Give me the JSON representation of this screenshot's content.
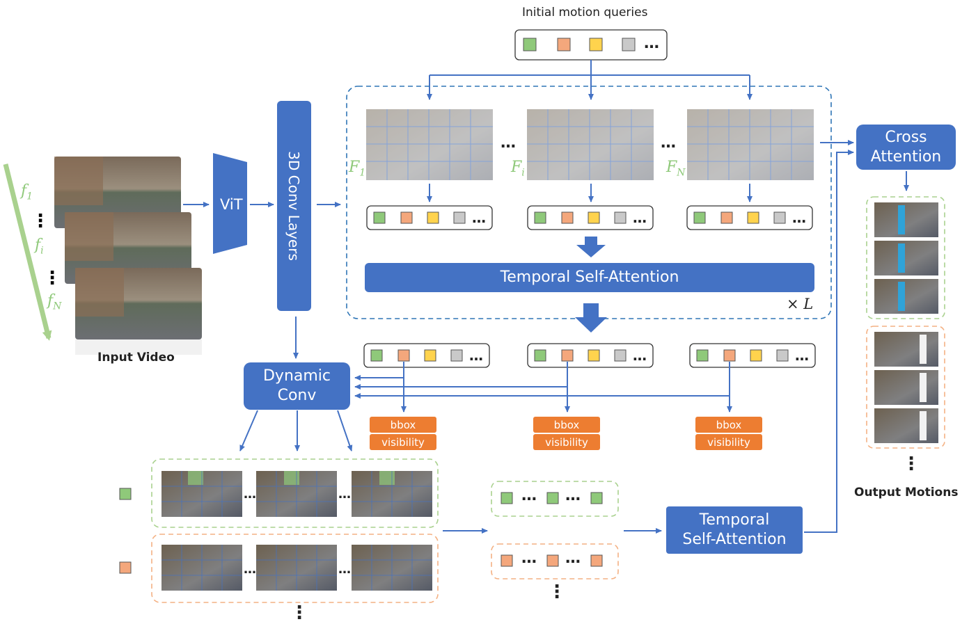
{
  "labels": {
    "initial_queries": "Initial motion queries",
    "input_video": "Input Video",
    "output_motions": "Output Motions",
    "repeat": "× L",
    "vit": "ViT",
    "conv3d": "3D  Conv  Layers",
    "temporal_sa_top": "Temporal Self-Attention",
    "dynamic_conv": "Dynamic\nConv",
    "cross_attention": "Cross\nAttention",
    "temporal_sa_bottom": "Temporal\nSelf-Attention",
    "bbox": "bbox",
    "visibility": "visibility",
    "ellipsis": "…"
  },
  "frame_labels": {
    "input": [
      {
        "base": "f",
        "sub": "1"
      },
      {
        "base": "f",
        "sub": "i"
      },
      {
        "base": "f",
        "sub": "N"
      }
    ],
    "feature": [
      {
        "base": "F",
        "sub": "1"
      },
      {
        "base": "F",
        "sub": "i"
      },
      {
        "base": "F",
        "sub": "N"
      }
    ]
  },
  "colors": {
    "blue": "#4472c4",
    "orange": "#ed7d31",
    "q_green": "#8fc97a",
    "q_orange": "#f4a77c",
    "q_yellow": "#ffd34d",
    "q_gray": "#c9c9c9",
    "dash_blue": "#2e75b6",
    "dash_green": "#a9d18e",
    "dash_orange": "#f4b183"
  },
  "icons": [
    "down-arrow-icon",
    "right-arrow-icon",
    "query-token-icon",
    "video-frame-icon"
  ]
}
